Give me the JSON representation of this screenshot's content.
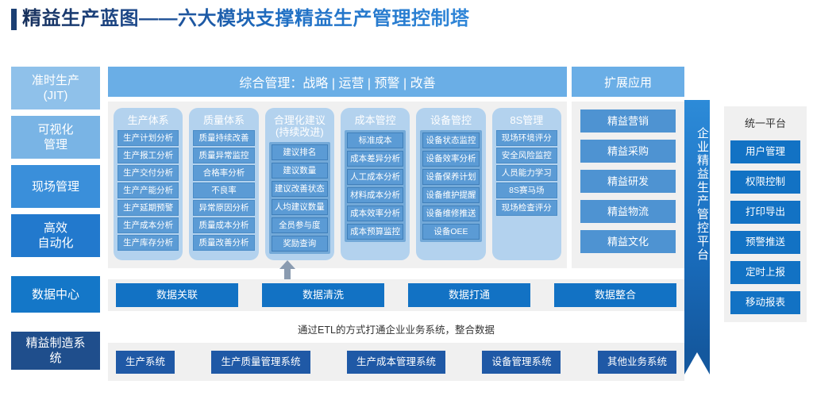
{
  "title": "精益生产蓝图——六大模块支撑精益生产管理控制塔",
  "colors": {
    "title_dark": "#17305c",
    "title_blue": "#2f86d8",
    "header_bar": "#6aaee6",
    "module_card": "#b3d2ee",
    "module_chip": "#5b9bd5",
    "data_blue": "#1272c4",
    "system_navy": "#1f59a6",
    "panel_grey": "#f0f0f0"
  },
  "sidebar": {
    "items": [
      {
        "label": "准时生产\n(JIT)",
        "color": "#8fc1ea",
        "height": 54
      },
      {
        "label": "可视化\n管理",
        "color": "#79b4e5",
        "height": 54
      },
      {
        "label": "现场管理",
        "color": "#3a8fda",
        "height": 54
      },
      {
        "label": "高效\n自动化",
        "color": "#2279cd",
        "height": 54
      },
      {
        "label": "数据中心",
        "color": "#1477c8",
        "height": 46
      },
      {
        "label": "精益制造系\n统",
        "color": "#1f4e8c",
        "height": 48
      }
    ]
  },
  "header": {
    "integrated_bar": "综合管理：战略 | 运营 | 预警 | 改善",
    "extend_bar": "扩展应用"
  },
  "modules": [
    {
      "title": "生产体系",
      "framed": false,
      "items": [
        "生产计划分析",
        "生产报工分析",
        "生产交付分析",
        "生产产能分析",
        "生产延期预警",
        "生产成本分析",
        "生产库存分析"
      ]
    },
    {
      "title": "质量体系",
      "framed": false,
      "items": [
        "质量持续改善",
        "质量异常监控",
        "合格率分析",
        "不良率",
        "异常原因分析",
        "质量成本分析",
        "质量改善分析"
      ]
    },
    {
      "title": "合理化建议\n(持续改进)",
      "framed": true,
      "items": [
        "建议排名",
        "建议数量",
        "建议改善状态",
        "人均建议数量",
        "全员参与度",
        "奖励查询"
      ]
    },
    {
      "title": "成本管控",
      "framed": true,
      "items": [
        "标准成本",
        "成本差异分析",
        "人工成本分析",
        "材料成本分析",
        "成本效率分析",
        "成本预算监控"
      ]
    },
    {
      "title": "设备管控",
      "framed": true,
      "items": [
        "设备状态监控",
        "设备效率分析",
        "设备保养计划",
        "设备维护提醒",
        "设备维修推送",
        "设备OEE"
      ]
    },
    {
      "title": "8S管理",
      "framed": false,
      "items": [
        "现场环境评分",
        "安全风险监控",
        "人员能力学习",
        "8S赛马场",
        "现场检查评分"
      ]
    }
  ],
  "extend_apps": [
    "精益营销",
    "精益采购",
    "精益研发",
    "精益物流",
    "精益文化"
  ],
  "data_center": {
    "items": [
      "数据关联",
      "数据清洗",
      "数据打通",
      "数据整合"
    ],
    "caption": "通过ETL的方式打通企业业务系统，整合数据"
  },
  "systems": [
    "生产系统",
    "生产质量管理系统",
    "生产成本管理系统",
    "设备管理系统",
    "其他业务系统"
  ],
  "platform_banner": "企业精益生产管控平台",
  "unified_platform": {
    "title": "统一平台",
    "items": [
      "用户管理",
      "权限控制",
      "打印导出",
      "预警推送",
      "定时上报",
      "移动报表"
    ]
  }
}
